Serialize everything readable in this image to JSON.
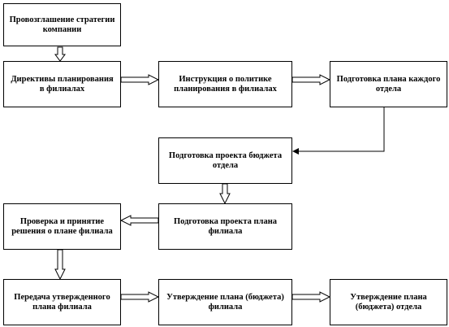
{
  "diagram": {
    "nodes": [
      {
        "id": "strategy",
        "label": "Провозглашение стратегии компании"
      },
      {
        "id": "directives",
        "label": "Директивы планирования в филиалах"
      },
      {
        "id": "instructions",
        "label": "Инструкция о политике планирования в филиалах"
      },
      {
        "id": "dept_plan",
        "label": "Подготовка плана каждого отдела"
      },
      {
        "id": "dept_budget",
        "label": "Подготовка проекта бюджета отдела"
      },
      {
        "id": "branch_plan",
        "label": "Подготовка проекта плана филиала"
      },
      {
        "id": "review",
        "label": "Проверка и принятие решения о плане филиала"
      },
      {
        "id": "transfer",
        "label": "Передача утвержденного плана филиала"
      },
      {
        "id": "approve_branch",
        "label": "Утверждение плана (бюджета) филиала"
      },
      {
        "id": "approve_dept",
        "label": "Утверждение плана (бюджета) отдела"
      }
    ],
    "edges": [
      {
        "from": "strategy",
        "to": "directives",
        "style": "hollow"
      },
      {
        "from": "directives",
        "to": "instructions",
        "style": "hollow"
      },
      {
        "from": "instructions",
        "to": "dept_plan",
        "style": "hollow"
      },
      {
        "from": "dept_plan",
        "to": "dept_budget",
        "style": "line"
      },
      {
        "from": "dept_budget",
        "to": "branch_plan",
        "style": "hollow"
      },
      {
        "from": "branch_plan",
        "to": "review",
        "style": "hollow"
      },
      {
        "from": "review",
        "to": "transfer",
        "style": "hollow"
      },
      {
        "from": "transfer",
        "to": "approve_branch",
        "style": "hollow"
      },
      {
        "from": "approve_branch",
        "to": "approve_dept",
        "style": "hollow"
      }
    ]
  }
}
